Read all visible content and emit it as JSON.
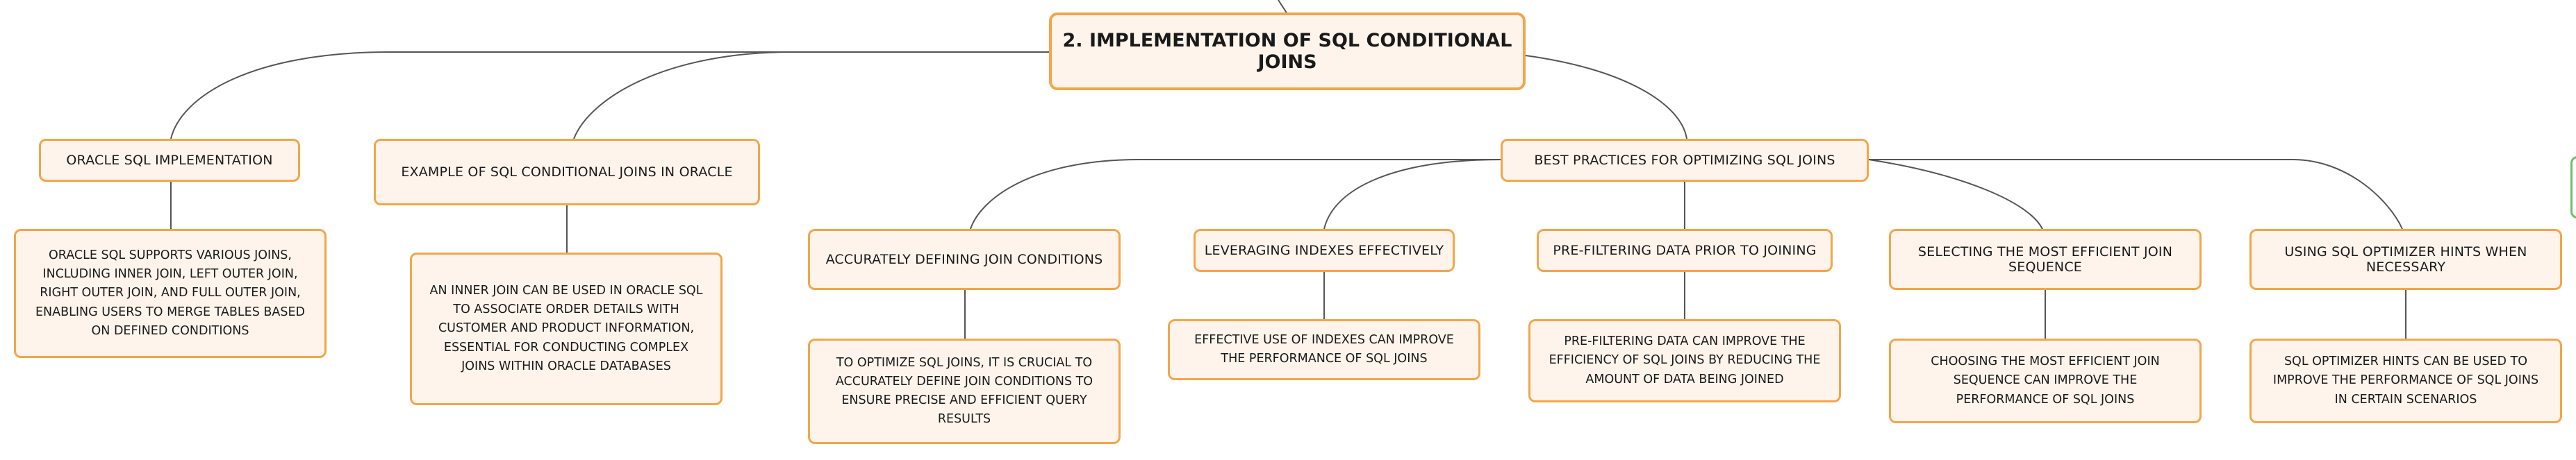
{
  "root": {
    "title": "2. IMPLEMENTATION OF SQL CONDITIONAL JOINS"
  },
  "branches": {
    "oracle": {
      "title": "ORACLE SQL IMPLEMENTATION",
      "detail": "ORACLE SQL SUPPORTS VARIOUS JOINS, INCLUDING INNER JOIN, LEFT OUTER JOIN, RIGHT OUTER JOIN, AND FULL OUTER JOIN, ENABLING USERS TO MERGE TABLES BASED ON DEFINED CONDITIONS"
    },
    "example": {
      "title": "EXAMPLE OF SQL CONDITIONAL JOINS IN ORACLE",
      "detail": "AN INNER JOIN CAN BE USED IN ORACLE SQL TO ASSOCIATE ORDER DETAILS WITH CUSTOMER AND PRODUCT INFORMATION, ESSENTIAL FOR CONDUCTING COMPLEX JOINS WITHIN ORACLE DATABASES"
    },
    "best_practices": {
      "title": "BEST PRACTICES FOR OPTIMIZING SQL JOINS",
      "children": [
        {
          "title": "ACCURATELY DEFINING JOIN CONDITIONS",
          "detail": "TO OPTIMIZE SQL JOINS, IT IS CRUCIAL TO ACCURATELY DEFINE JOIN CONDITIONS TO ENSURE PRECISE AND EFFICIENT QUERY RESULTS"
        },
        {
          "title": "LEVERAGING INDEXES EFFECTIVELY",
          "detail": "EFFECTIVE USE OF INDEXES CAN IMPROVE THE PERFORMANCE OF SQL JOINS"
        },
        {
          "title": "PRE-FILTERING DATA PRIOR TO JOINING",
          "detail": "PRE-FILTERING DATA CAN IMPROVE THE EFFICIENCY OF SQL JOINS BY REDUCING THE AMOUNT OF DATA BEING JOINED"
        },
        {
          "title": "SELECTING THE MOST EFFICIENT JOIN SEQUENCE",
          "detail": "CHOOSING THE MOST EFFICIENT JOIN SEQUENCE CAN IMPROVE THE PERFORMANCE OF SQL JOINS"
        },
        {
          "title": "USING SQL OPTIMIZER HINTS WHEN NECESSARY",
          "detail": "SQL OPTIMIZER HINTS CAN BE USED TO IMPROVE THE PERFORMANCE OF SQL JOINS IN CERTAIN SCENARIOS"
        }
      ]
    }
  },
  "colors": {
    "node_border": "#f2a64a",
    "node_fill": "#fef4ec",
    "connector": "#555555",
    "edge_tab": "#6cbf6a"
  }
}
